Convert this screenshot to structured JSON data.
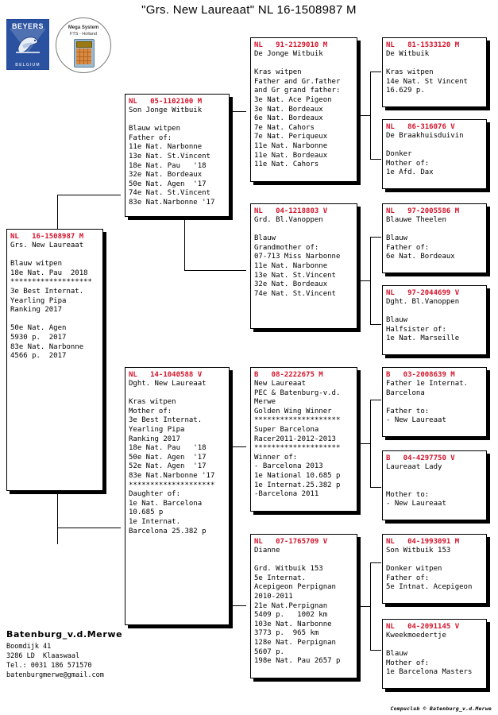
{
  "page": {
    "title": "\"Grs. New Laureaat\"  NL  16-1508987 M",
    "copyright": "Compuclub © Batenburg_v.d.Merwe"
  },
  "logos": {
    "beyers": {
      "top_word": "BEYERS",
      "bottom_word": "BELGIUM",
      "alt": "beyers-belgium-logo"
    },
    "mega": {
      "line1": "Mega System",
      "line2": "FTS - Holland",
      "alt": "mega-system-fts-holland-logo"
    }
  },
  "breeder": {
    "name": "Batenburg_v.d.Merwe",
    "address": "Boomdijk 41",
    "city": "3286 LD  Klaaswaal",
    "phone": "Tel.: 0031 186 571570",
    "email": "batenburgmerwe@gmail.com"
  },
  "boxes": {
    "subject": {
      "ring": "NL   16-1508987 M",
      "lines": [
        "Grs. New Laureaat",
        "",
        "Blauw witpen",
        "18e Nat. Pau  2018",
        "*******************",
        "3e Best Internat.",
        "Yearling Pipa",
        "Ranking 2017",
        "",
        "50e Nat. Agen",
        "5930 p.  2017",
        "83e Nat. Narbonne",
        "4566 p.  2017"
      ]
    },
    "father": {
      "ring": "NL   05-1102100 M",
      "lines": [
        "Son Jonge Witbuik",
        "",
        "Blauw witpen",
        "Father of:",
        "11e Nat. Narbonne",
        "13e Nat. St.Vincent",
        "18e Nat. Pau   '18",
        "32e Nat. Bordeaux",
        "50e Nat. Agen  '17",
        "74e Nat. St.Vincent",
        "83e Nat.Narbonne '17"
      ]
    },
    "mother": {
      "ring": "NL   14-1040588 V",
      "lines": [
        "Dght. New Laureaat",
        "",
        "Kras witpen",
        "Mother of:",
        "3e Best Internat.",
        "Yearling Pipa",
        "Ranking 2017",
        "18e Nat. Pau   '18",
        "50e Nat. Agen  '17",
        "52e Nat. Agen  '17",
        "83e Nat.Narbonne '17",
        "********************",
        "Daughter of:",
        "1e Nat. Barcelona",
        "10.685 p",
        "1e Internat.",
        "Barcelona 25.382 p"
      ]
    },
    "ff": {
      "ring": "NL   91-2129010 M",
      "lines": [
        "De Jonge Witbuik",
        "",
        "Kras witpen",
        "Father and Gr.father",
        "and Gr grand father:",
        "3e Nat. Ace Pigeon",
        "3e Nat. Bordeaux",
        "6e Nat. Bordeaux",
        "7e Nat. Cahors",
        "7e Nat. Periqueux",
        "11e Nat. Narbonne",
        "11e Nat. Bordeaux",
        "11e Nat. Cahors"
      ]
    },
    "fm": {
      "ring": "NL   04-1218803 V",
      "lines": [
        "Grd. Bl.Vanoppen",
        "",
        "Blauw",
        "Grandmother of:",
        "07-713 Miss Narbonne",
        "11e Nat. Narbonne",
        "13e Nat. St.Vincent",
        "32e Nat. Bordeaux",
        "74e Nat. St.Vincent"
      ]
    },
    "mf": {
      "ring": "B   08-2222675 M",
      "lines": [
        "New Laureaat",
        "PEC & Batenburg-v.d.",
        "Merwe",
        "Golden Wing Winner",
        "********************",
        "Super Barcelona",
        "Racer2011-2012-2013",
        "********************",
        "Winner of:",
        "- Barcelona 2013",
        "1e National 10.685 p",
        "1e Internat.25.382 p",
        "-Barcelona 2011"
      ]
    },
    "mm": {
      "ring": "NL   07-1765709 V",
      "lines": [
        "Dianne",
        "",
        "Grd. Witbuik 153",
        "5e Internat.",
        "Acepigeon Perpignan",
        "2010-2011",
        "21e Nat.Perpignan",
        "5409 p.   1002 km",
        "103e Nat. Narbonne",
        "3773 p.  965 km",
        "128e Nat. Perpignan",
        "5607 p.",
        "198e Nat. Pau 2657 p"
      ]
    },
    "fff": {
      "ring": "NL   81-1533120 M",
      "lines": [
        "De Witbuik",
        "",
        "Kras witpen",
        "14e Nat. St Vincent",
        "16.629 p."
      ]
    },
    "ffm": {
      "ring": "NL   86-316076 V",
      "lines": [
        "De Braakhuisduivin",
        "",
        "Donker",
        "Mother of:",
        "1e Afd. Dax"
      ]
    },
    "fmf": {
      "ring": "NL   97-2005586 M",
      "lines": [
        "Blauwe Theelen",
        "",
        "Blauw",
        "Father of:",
        "6e Nat. Bordeaux"
      ]
    },
    "fmm": {
      "ring": "NL   97-2044699 V",
      "lines": [
        "Dght. Bl.Vanoppen",
        "",
        "Blauw",
        "Halfsister of:",
        "1e Nat. Marseille"
      ]
    },
    "mff": {
      "ring": "B   03-2008639 M",
      "lines": [
        "Father 1e Internat.",
        "Barcelona",
        "",
        "Father to:",
        "- New Laureaat"
      ]
    },
    "mfm": {
      "ring": "B   04-4297750 V",
      "lines": [
        "Laureaat Lady",
        "",
        "",
        "Mother to:",
        "- New Laureaat"
      ]
    },
    "mmf": {
      "ring": "NL   04-1993091 M",
      "lines": [
        "Son Witbuik 153",
        "",
        "Donker witpen",
        "Father of:",
        "5e Intnat. Acepigeon"
      ]
    },
    "mmm": {
      "ring": "NL   04-2091145 V",
      "lines": [
        "Kweekmoedertje",
        "",
        "Blauw",
        "Mother of:",
        "1e Barcelona Masters"
      ]
    }
  }
}
